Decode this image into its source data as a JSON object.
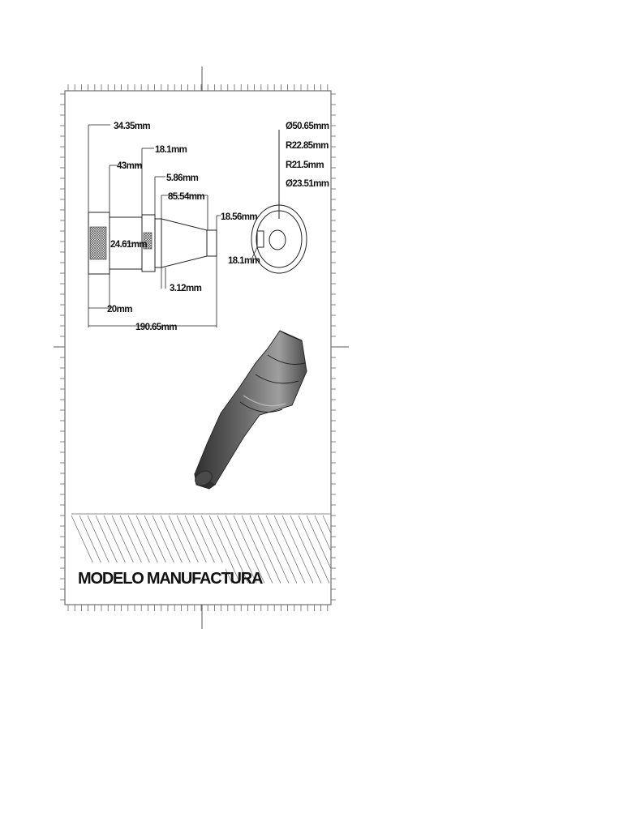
{
  "drawing": {
    "title": "MODELO MANUFACTURA",
    "dimensions": {
      "d_34_35": "34.35mm",
      "d_43": "43mm",
      "d_18_1_top": "18.1mm",
      "d_5_86": "5.86mm",
      "d_85_54": "85.54mm",
      "d_18_56": "18.56mm",
      "d_24_61": "24.61mm",
      "d_3_12": "3.12mm",
      "d_20": "20mm",
      "d_190_65": "190.65mm",
      "d_18_1_side": "18.1mm",
      "d_dia_50_65": "Ø50.65mm",
      "d_r_22_85": "R22.85mm",
      "d_r_21_5": "R21.5mm",
      "d_dia_23_51": "Ø23.51mm"
    }
  },
  "colors": {
    "line": "#222222",
    "frame": "#555555",
    "hatch": "#777777",
    "part_dark": "#3d3d3d",
    "part_light": "#9a9a9a"
  }
}
